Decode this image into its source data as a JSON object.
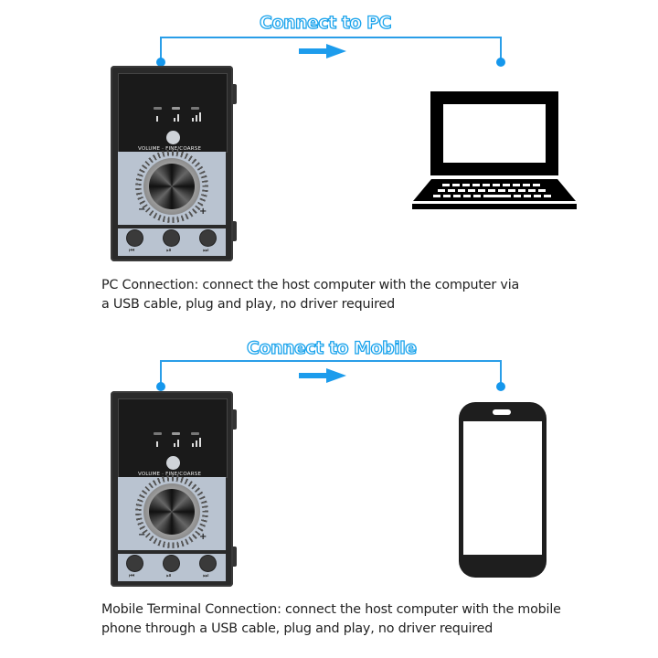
{
  "sections": [
    {
      "id": "pc",
      "title": "Connect to PC",
      "target_device": "laptop",
      "caption_line1": "PC Connection: connect the host computer with the computer via",
      "caption_line2": "a USB cable, plug and play, no driver required"
    },
    {
      "id": "mobile",
      "title": "Connect to Mobile",
      "target_device": "smartphone",
      "caption_line1": "Mobile Terminal Connection: connect the host computer with the mobile",
      "caption_line2": "phone through a USB cable, plug and play, no driver required"
    }
  ],
  "device": {
    "volume_label": "VOLUME · FINE/COARSE",
    "minus": "−",
    "plus": "+",
    "buttons": [
      {
        "name": "previous",
        "icon": "⏮"
      },
      {
        "name": "play-pause",
        "icon": "⏯"
      },
      {
        "name": "next",
        "icon": "⏭"
      }
    ]
  },
  "colors": {
    "accent": "#1a9fec",
    "device_body": "#2a2a2a",
    "device_panel": "#b9c3d0",
    "icon": "#111111"
  }
}
